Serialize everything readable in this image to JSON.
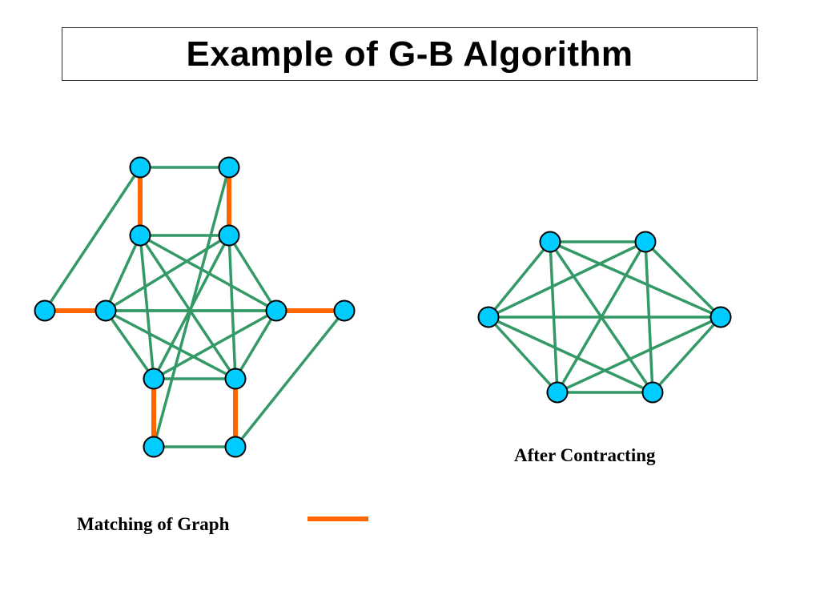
{
  "slide": {
    "title": "Example of G-B Algorithm",
    "caption_after": "After Contracting",
    "caption_matching": "Matching of Graph"
  },
  "colors": {
    "edge": "#339966",
    "matching": "#ff6600",
    "node_fill": "#00ccff",
    "node_stroke": "#000000"
  },
  "graphs": [
    {
      "name": "original-graph",
      "nodes": [
        "o1",
        "o2",
        "o3",
        "o4",
        "o5",
        "o6",
        "o7",
        "o8",
        "o9",
        "o10",
        "o11",
        "o12"
      ],
      "edges": [
        [
          "o1",
          "o2"
        ],
        [
          "o1",
          "o5"
        ],
        [
          "o2",
          "o8"
        ],
        [
          "o3",
          "o4"
        ],
        [
          "o3",
          "o6"
        ],
        [
          "o3",
          "o7"
        ],
        [
          "o3",
          "o10"
        ],
        [
          "o3",
          "o11"
        ],
        [
          "o4",
          "o6"
        ],
        [
          "o4",
          "o7"
        ],
        [
          "o4",
          "o10"
        ],
        [
          "o4",
          "o11"
        ],
        [
          "o6",
          "o7"
        ],
        [
          "o6",
          "o10"
        ],
        [
          "o6",
          "o11"
        ],
        [
          "o7",
          "o10"
        ],
        [
          "o7",
          "o11"
        ],
        [
          "o10",
          "o11"
        ],
        [
          "o5",
          "o9"
        ],
        [
          "o8",
          "o12"
        ],
        [
          "o9",
          "o12"
        ]
      ],
      "matching": [
        [
          "o1",
          "o3"
        ],
        [
          "o2",
          "o4"
        ],
        [
          "o5",
          "o6"
        ],
        [
          "o7",
          "o8"
        ],
        [
          "o10",
          "o9"
        ],
        [
          "o11",
          "o12"
        ]
      ]
    },
    {
      "name": "contracted-graph",
      "nodes": [
        "c1",
        "c2",
        "c3",
        "c4",
        "c5",
        "c6"
      ],
      "edges": [
        [
          "c1",
          "c2"
        ],
        [
          "c1",
          "c3"
        ],
        [
          "c1",
          "c4"
        ],
        [
          "c1",
          "c5"
        ],
        [
          "c1",
          "c6"
        ],
        [
          "c2",
          "c3"
        ],
        [
          "c2",
          "c4"
        ],
        [
          "c2",
          "c5"
        ],
        [
          "c2",
          "c6"
        ],
        [
          "c3",
          "c4"
        ],
        [
          "c3",
          "c5"
        ],
        [
          "c3",
          "c6"
        ],
        [
          "c4",
          "c5"
        ],
        [
          "c4",
          "c6"
        ],
        [
          "c5",
          "c6"
        ]
      ],
      "matching": []
    }
  ]
}
